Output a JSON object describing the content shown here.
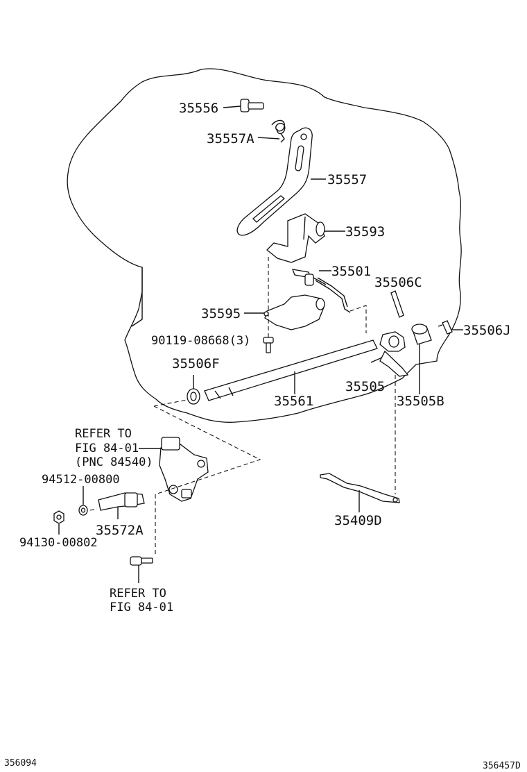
{
  "parts": {
    "p35556": "35556",
    "p35557A": "35557A",
    "p35557": "35557",
    "p35593": "35593",
    "p35501": "35501",
    "p35506C": "35506C",
    "p35595": "35595",
    "p35506J": "35506J",
    "p90119": "90119-08668(3)",
    "p35506F": "35506F",
    "p35505": "35505",
    "p35561": "35561",
    "p35505B": "35505B",
    "p94512": "94512-00800",
    "p94130": "94130-00802",
    "p35572A": "35572A",
    "p35409D": "35409D"
  },
  "refer_top": {
    "line1": "REFER TO",
    "line2": "FIG 84-01",
    "line3": "(PNC 84540)"
  },
  "refer_bottom": {
    "line1": "REFER TO",
    "line2": "FIG 84-01"
  },
  "footer": {
    "left_code": "356094",
    "right_code": "356457D"
  }
}
